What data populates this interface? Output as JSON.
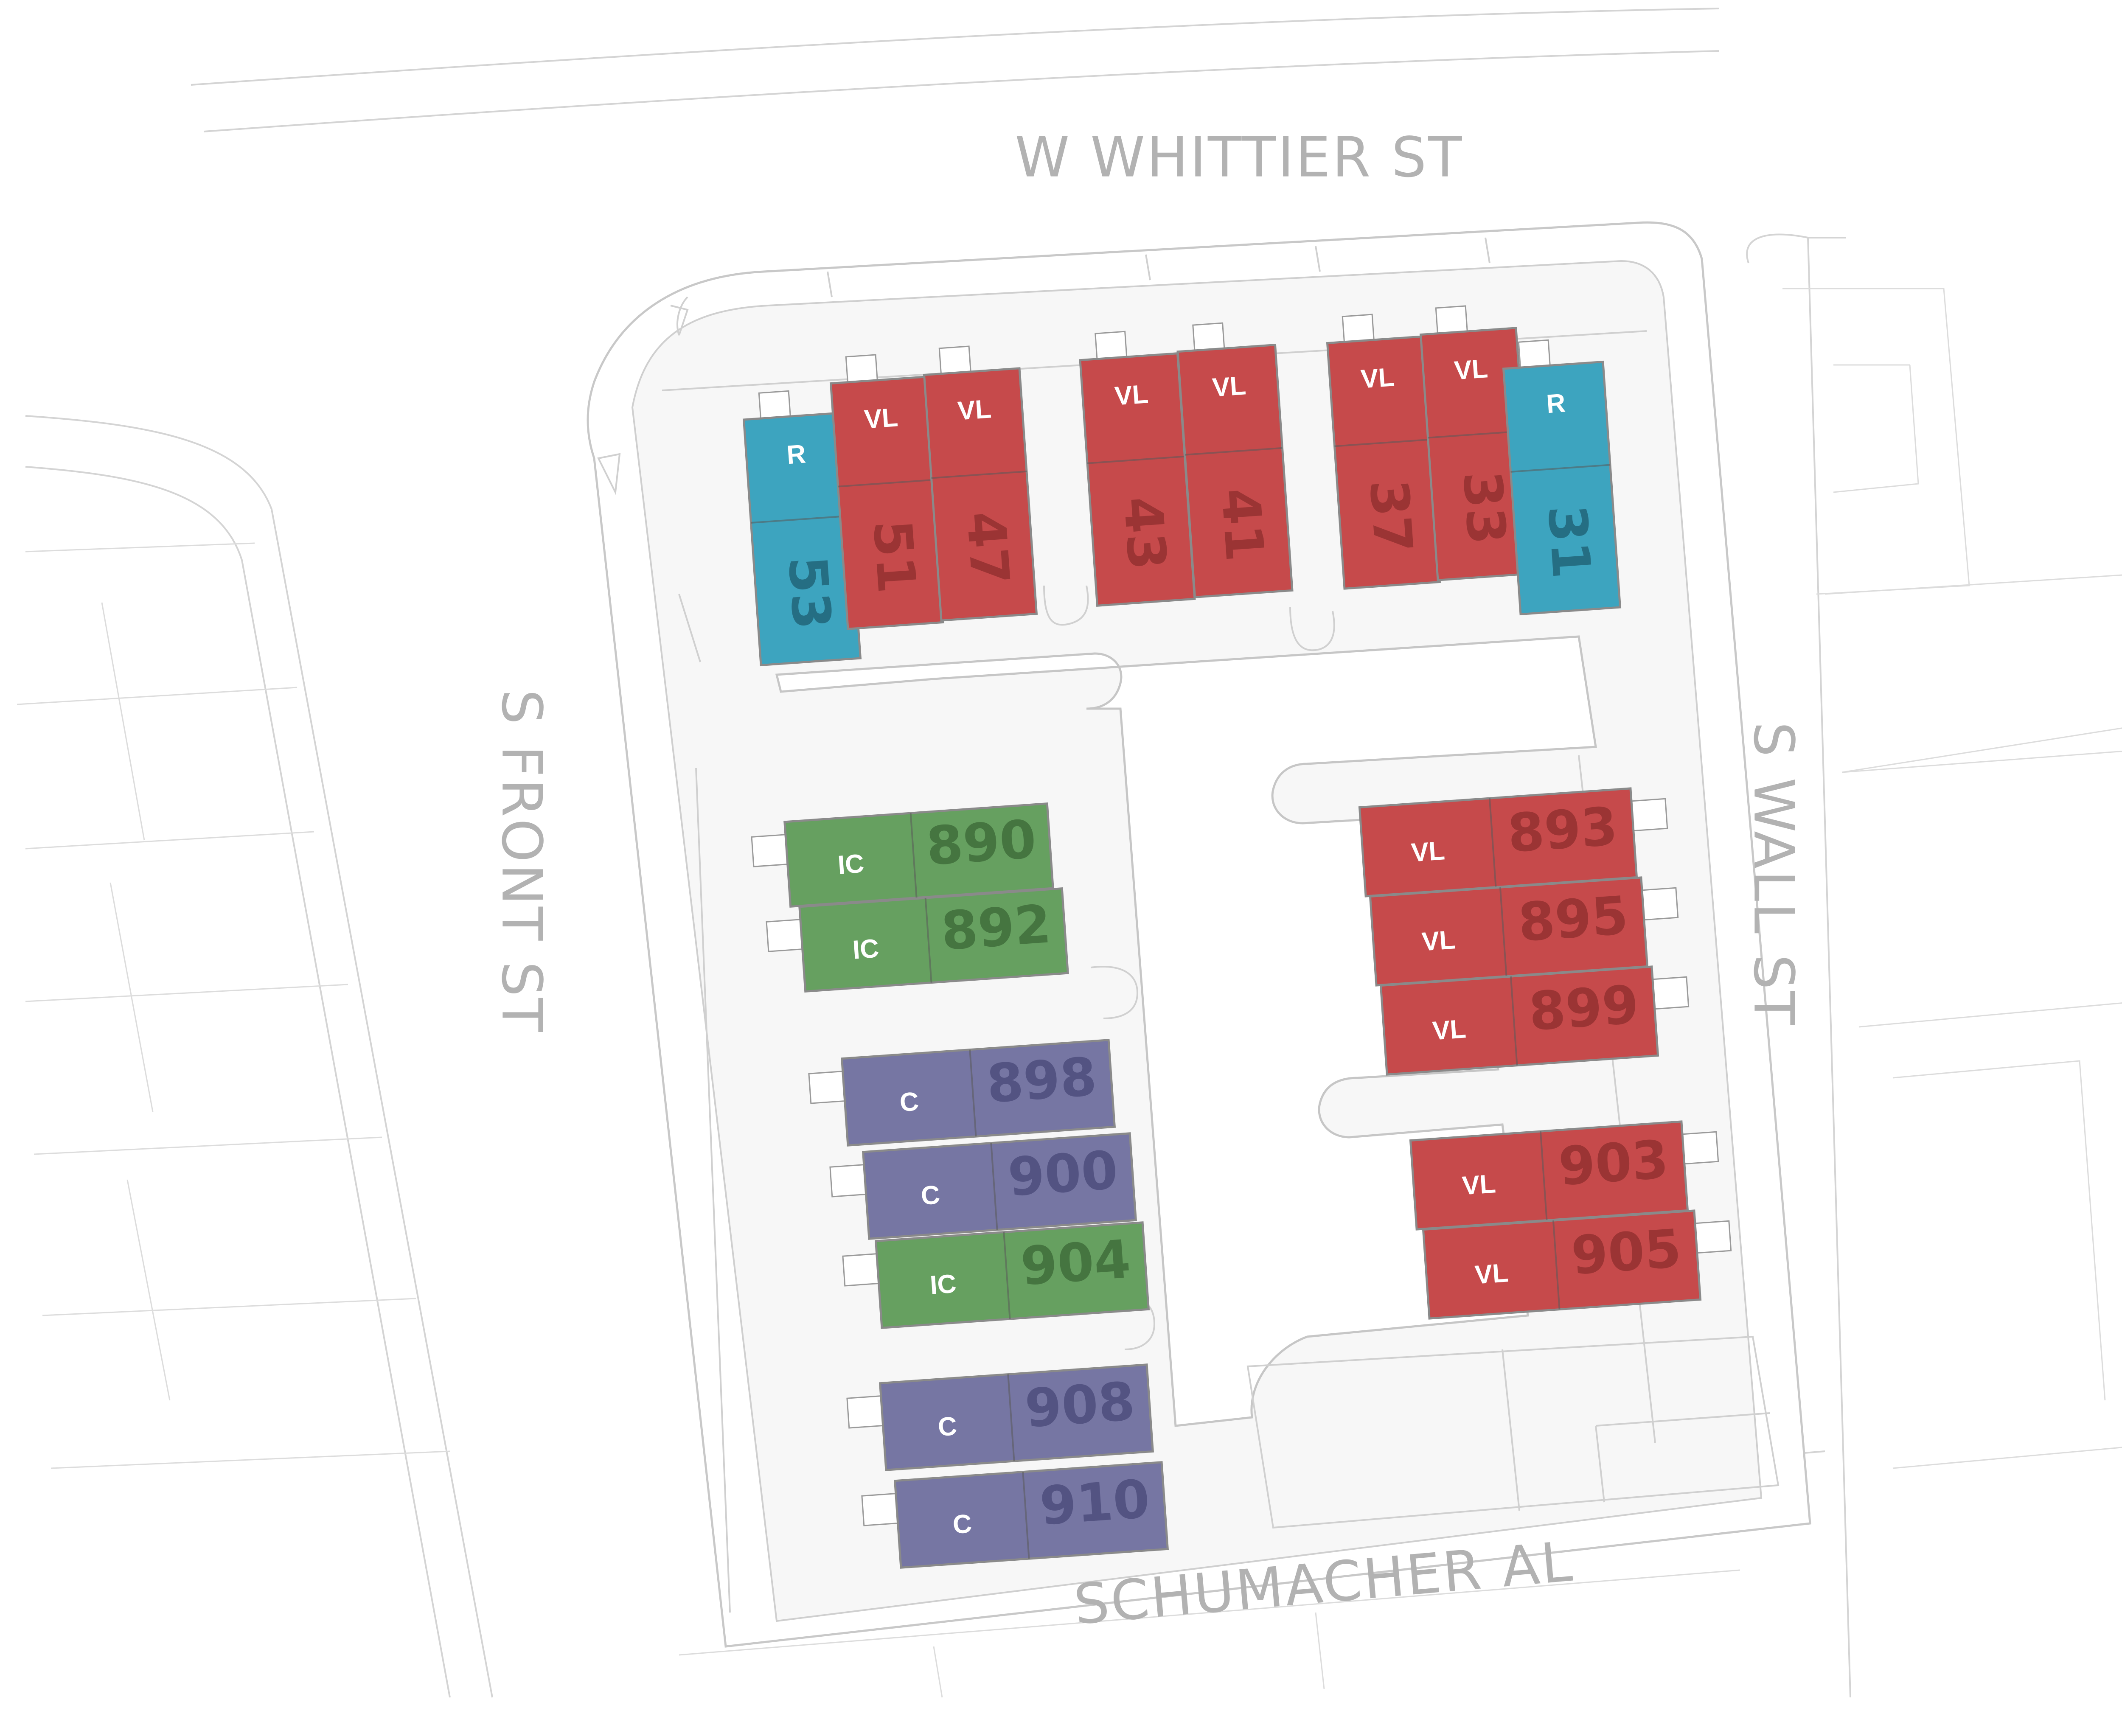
{
  "colors": {
    "VL": "#c64a4b",
    "R": "#3da4bf",
    "IC": "#66a060",
    "C": "#7676a3",
    "num_VL": "#8f2e2e",
    "num_R": "#1f5f73",
    "num_IC": "#3d6a38",
    "num_C": "#4a4a7a"
  },
  "streets": {
    "north": "W WHITTIER ST",
    "west": "S FRONT ST",
    "east": "S WALL ST",
    "south": "SCHUMACHER AL"
  },
  "units": [
    {
      "number": "53",
      "type": "R"
    },
    {
      "number": "51",
      "type": "VL"
    },
    {
      "number": "47",
      "type": "VL"
    },
    {
      "number": "43",
      "type": "VL"
    },
    {
      "number": "41",
      "type": "VL"
    },
    {
      "number": "37",
      "type": "VL"
    },
    {
      "number": "33",
      "type": "VL"
    },
    {
      "number": "31",
      "type": "R"
    },
    {
      "number": "890",
      "type": "IC"
    },
    {
      "number": "892",
      "type": "IC"
    },
    {
      "number": "898",
      "type": "C"
    },
    {
      "number": "900",
      "type": "C"
    },
    {
      "number": "904",
      "type": "IC"
    },
    {
      "number": "908",
      "type": "C"
    },
    {
      "number": "910",
      "type": "C"
    },
    {
      "number": "893",
      "type": "VL"
    },
    {
      "number": "895",
      "type": "VL"
    },
    {
      "number": "899",
      "type": "VL"
    },
    {
      "number": "903",
      "type": "VL"
    },
    {
      "number": "905",
      "type": "VL"
    }
  ]
}
